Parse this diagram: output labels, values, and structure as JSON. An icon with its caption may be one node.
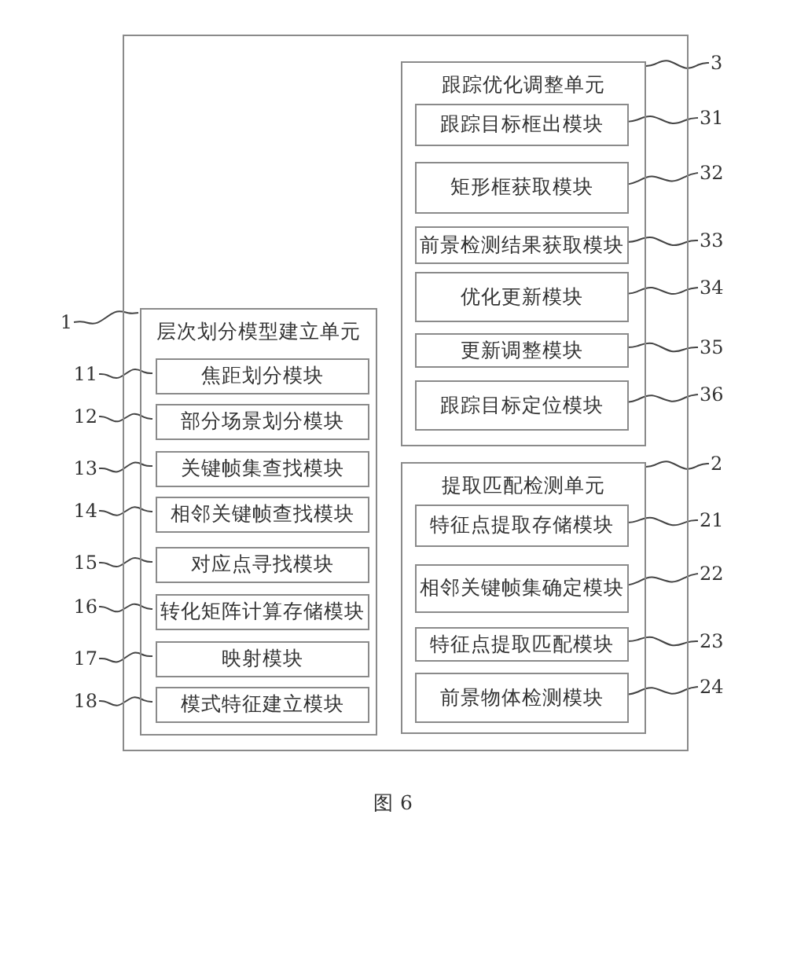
{
  "diagram": {
    "caption": "图 6",
    "nodes": [
      {
        "text": [],
        "shape": "box"
      },
      {
        "text": [
          "跟踪优化调整单元"
        ],
        "in": 0
      },
      {
        "text": [
          "跟踪目标框出模块"
        ],
        "in": 1
      },
      {
        "text": [
          "矩形框获取模块"
        ],
        "in": 1
      },
      {
        "text": [
          "前景检测结果获取模块"
        ],
        "in": 1
      },
      {
        "text": [
          "优化更新模块"
        ],
        "in": 1
      },
      {
        "text": [
          "更新调整模块"
        ],
        "in": 1
      },
      {
        "text": [
          "跟踪目标定位模块"
        ],
        "in": 1
      },
      {
        "text": [
          "层次划分模型建立单元"
        ],
        "in": 0
      },
      {
        "text": [
          "焦距划分模块"
        ],
        "in": 8
      },
      {
        "text": [
          "部分场景划分模块"
        ],
        "in": 8
      },
      {
        "text": [
          "关键帧集查找模块"
        ],
        "in": 8
      },
      {
        "text": [
          "相邻关键帧查找模块"
        ],
        "in": 8
      },
      {
        "text": [
          "对应点寻找模块"
        ],
        "in": 8
      },
      {
        "text": [
          "转化矩阵计算存储模块"
        ],
        "in": 8
      },
      {
        "text": [
          "映射模块"
        ],
        "in": 8
      },
      {
        "text": [
          "模式特征建立模块"
        ],
        "in": 8
      },
      {
        "text": [
          "提取匹配检测单元"
        ],
        "in": 0
      },
      {
        "text": [
          "特征点提取存储模块"
        ],
        "in": 17
      },
      {
        "text": [
          "相邻关键帧集确定模块"
        ],
        "in": 17
      },
      {
        "text": [
          "特征点提取匹配模块"
        ],
        "in": 17
      },
      {
        "text": [
          "前景物体检测模块"
        ],
        "in": 17
      },
      {
        "text": [
          "3"
        ]
      },
      {
        "text": [
          "31"
        ]
      },
      {
        "text": [
          "32"
        ]
      },
      {
        "text": [
          "33"
        ]
      },
      {
        "text": [
          "34"
        ]
      },
      {
        "text": [
          "35"
        ]
      },
      {
        "text": [
          "36"
        ]
      },
      {
        "text": [
          "1"
        ]
      },
      {
        "text": [
          "11"
        ]
      },
      {
        "text": [
          "12"
        ]
      },
      {
        "text": [
          "13"
        ]
      },
      {
        "text": [
          "14"
        ]
      },
      {
        "text": [
          "15"
        ]
      },
      {
        "text": [
          "16"
        ]
      },
      {
        "text": [
          "17"
        ]
      },
      {
        "text": [
          "18"
        ]
      },
      {
        "text": [
          "2"
        ]
      },
      {
        "text": [
          "21"
        ]
      },
      {
        "text": [
          "22"
        ]
      },
      {
        "text": [
          "23"
        ]
      },
      {
        "text": [
          "24"
        ]
      }
    ],
    "edges": [
      {
        "from": 22,
        "to": 1,
        "arrow": "none"
      },
      {
        "from": 23,
        "to": 2,
        "arrow": "none"
      },
      {
        "from": 24,
        "to": 3,
        "arrow": "none"
      },
      {
        "from": 25,
        "to": 4,
        "arrow": "none"
      },
      {
        "from": 26,
        "to": 5,
        "arrow": "none"
      },
      {
        "from": 27,
        "to": 6,
        "arrow": "none"
      },
      {
        "from": 28,
        "to": 7,
        "arrow": "none"
      },
      {
        "from": 29,
        "to": 8,
        "arrow": "none"
      },
      {
        "from": 30,
        "to": 9,
        "arrow": "none"
      },
      {
        "from": 31,
        "to": 10,
        "arrow": "none"
      },
      {
        "from": 32,
        "to": 11,
        "arrow": "none"
      },
      {
        "from": 33,
        "to": 12,
        "arrow": "none"
      },
      {
        "from": 34,
        "to": 13,
        "arrow": "none"
      },
      {
        "from": 35,
        "to": 14,
        "arrow": "none"
      },
      {
        "from": 36,
        "to": 15,
        "arrow": "none"
      },
      {
        "from": 37,
        "to": 16,
        "arrow": "none"
      },
      {
        "from": 38,
        "to": 17,
        "arrow": "none"
      },
      {
        "from": 39,
        "to": 18,
        "arrow": "none"
      },
      {
        "from": 40,
        "to": 19,
        "arrow": "none"
      },
      {
        "from": 41,
        "to": 20,
        "arrow": "none"
      },
      {
        "from": 42,
        "to": 21,
        "arrow": "none"
      }
    ]
  }
}
